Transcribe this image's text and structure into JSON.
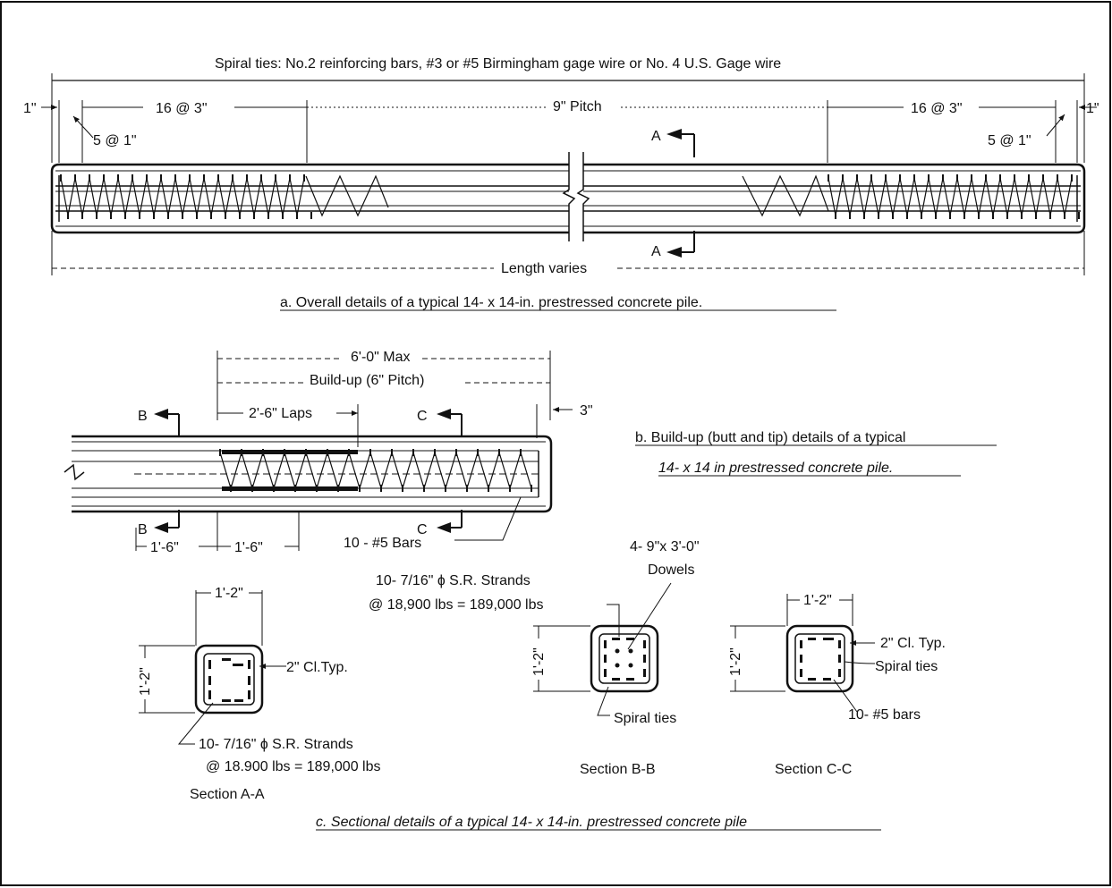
{
  "part_a": {
    "spiral_note": "Spiral ties:  No.2 reinforcing bars,  #3 or #5 Birmingham gage wire or No. 4 U.S. Gage wire",
    "end_left": "1\"",
    "end_right": "1\"",
    "close_left": "16 @ 3\"",
    "close_right": "16 @ 3\"",
    "pitch": "9\" Pitch",
    "tight_left": "5 @ 1\"",
    "tight_right": "5 @ 1\"",
    "cut_top": "A",
    "cut_bottom": "A",
    "length": "Length varies",
    "caption": "a.  Overall details of a typical 14- x 14-in. prestressed concrete pile."
  },
  "part_b": {
    "max": "6'-0\" Max",
    "buildup": "Build-up (6\" Pitch)",
    "laps": "2'-6\" Laps",
    "end": "3\"",
    "cut_b_top": "B",
    "cut_b_bottom": "B",
    "cut_c_top": "C",
    "cut_c_bottom": "C",
    "dim_1": "1'-6\"",
    "dim_2": "1'-6\"",
    "bars": "10 - #5 Bars",
    "caption_line1": "b. Build-up (butt and tip) details of a typical",
    "caption_line2": "14- x 14 in prestressed concrete pile."
  },
  "part_c": {
    "a_width": "1'-2\"",
    "a_height": "1'-2\"",
    "a_cover": "2\" Cl.Typ.",
    "a_strands": "10- 7/16\" ɸ S.R. Strands",
    "a_force": "@ 18.900 lbs  =  189,000 lbs",
    "a_title": "Section A-A",
    "b_strands": "10- 7/16\" ɸ S.R. Strands",
    "b_force": "@ 18,900 lbs  =  189,000 lbs",
    "b_dowels_line1": "4- 9\"x 3'-0\"",
    "b_dowels_line2": "Dowels",
    "b_height": "1'-2\"",
    "b_spiral": "Spiral ties",
    "b_title": "Section B-B",
    "c_width": "1'-2\"",
    "c_height": "1'-2\"",
    "c_cover": "2\" Cl. Typ.",
    "c_spiral": "Spiral ties",
    "c_bars": "10- #5 bars",
    "c_title": "Section C-C",
    "caption": "c.  Sectional details of a typical 14- x 14-in. prestressed concrete pile"
  }
}
